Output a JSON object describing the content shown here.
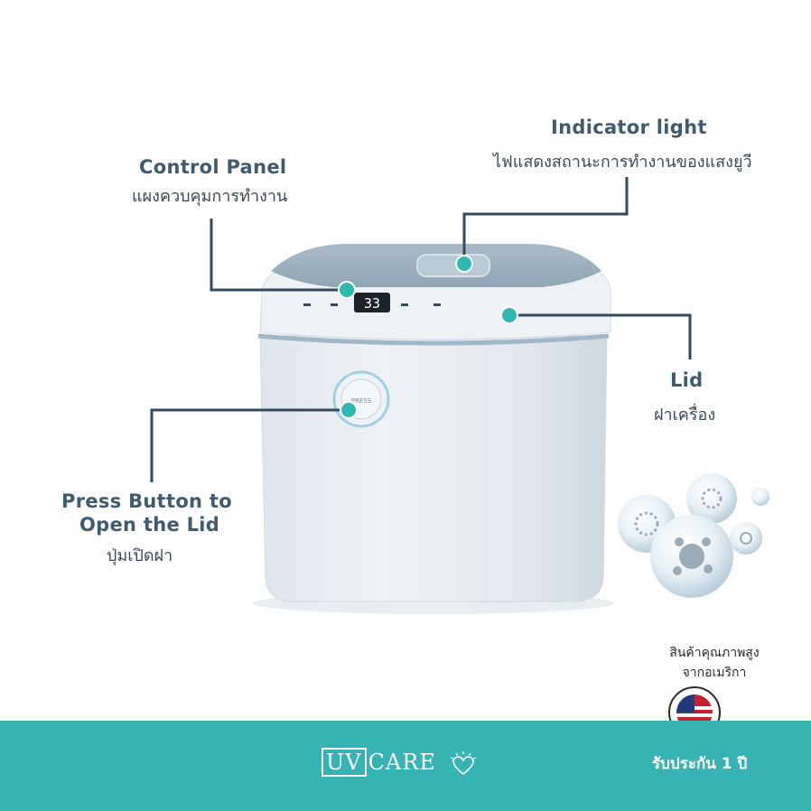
{
  "labels": {
    "indicator_en": "Indicator light",
    "indicator_th": "ไฟแสดงสถานะการทำงานของแสงยูวี",
    "control_en": "Control Panel",
    "control_th": "แผงควบคุมการทำงาน",
    "lid_en": "Lid",
    "lid_th": "ฝาเครื่อง",
    "press_en_1": "Press Button to",
    "press_en_2": "Open the Lid",
    "press_th": "ปุ่มเปิดฝา"
  },
  "device": {
    "display_value": "33",
    "button_label": "PRESS"
  },
  "quality": {
    "line1": "สินค้าคุณภาพสูง",
    "line2": "จากอเมริกา"
  },
  "footer": {
    "brand_uv": "UV",
    "brand_care": "CARE",
    "warranty": "รับประกัน 1 ปี"
  },
  "colors": {
    "teal": "#36b3b2",
    "dot": "#2fb8b0",
    "line": "#34495e",
    "label": "#3f5b6e"
  },
  "icons": [
    "heart-sparkle-icon",
    "usa-flag-seal-icon",
    "germ-bubble-icon"
  ]
}
